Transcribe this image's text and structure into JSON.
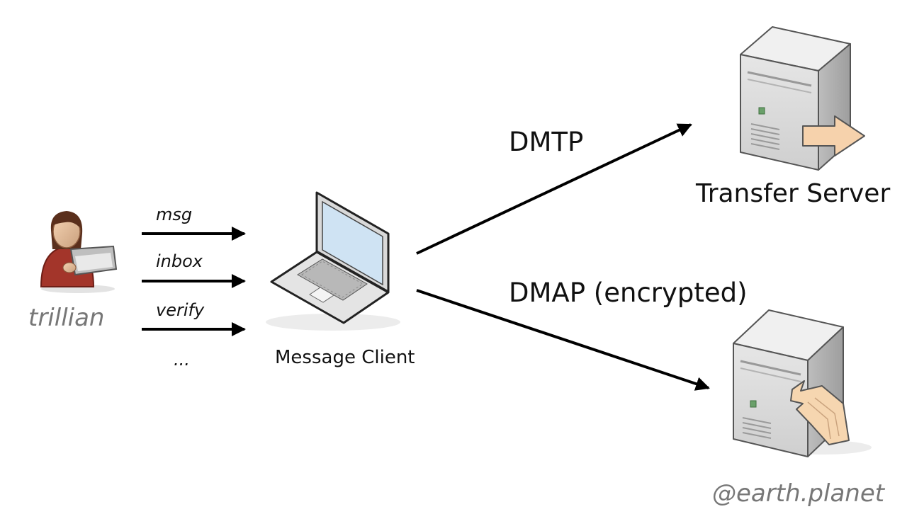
{
  "user": {
    "name": "trillian"
  },
  "commands": [
    "msg",
    "inbox",
    "verify",
    "..."
  ],
  "client": {
    "label": "Message Client"
  },
  "protocols": {
    "send": "DMTP",
    "receive": "DMAP (encrypted)"
  },
  "servers": {
    "transfer": "Transfer Server",
    "domain": "@earth.planet"
  },
  "colors": {
    "arrow": "#000000",
    "server_body": "#d8d8d8",
    "screen": "#cfe3f3",
    "user_shirt": "#a3352a",
    "muted_text": "#777777"
  }
}
